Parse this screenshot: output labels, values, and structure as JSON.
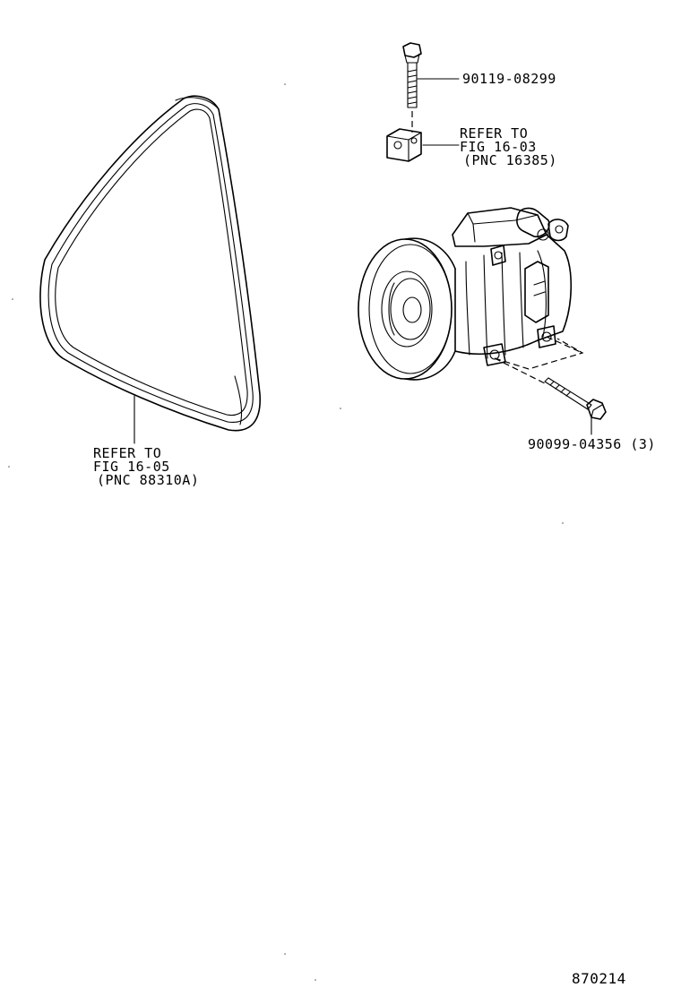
{
  "callouts": {
    "bolt_top": {
      "part_no": "90119-08299"
    },
    "bracket": {
      "line1": "REFER TO",
      "line2": "FIG 16-03",
      "line3": "(PNC 16385)"
    },
    "bolt_bottom": {
      "part_no": "90099-04356",
      "qty": "(3)"
    },
    "belt": {
      "line1": "REFER TO",
      "line2": "FIG 16-05",
      "line3": "(PNC 88310A)"
    }
  },
  "illustration_id": "870214"
}
